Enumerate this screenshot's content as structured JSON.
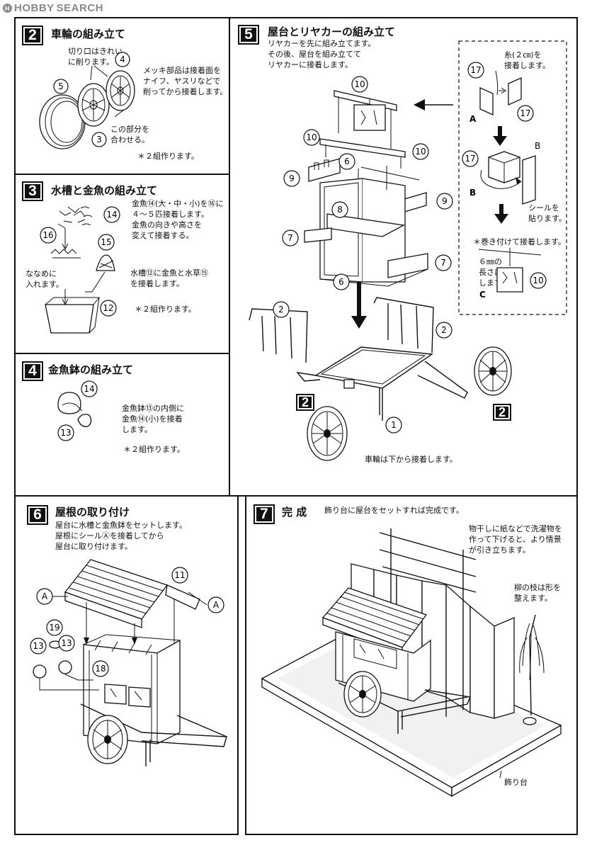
{
  "watermark": {
    "brand": "HOBBY",
    "suffix": "SEARCH"
  },
  "sections": {
    "s2": {
      "badge": "2",
      "title": "車輪の組み立て",
      "note_cut": "切り口はきれい\nに削ります。",
      "note_plating": "メッキ部品は接着面を\nナイフ、ヤスリなどで\n削ってから接着します。",
      "note_align": "この部分を\n合わせる。",
      "note_count": "＊２組作ります。",
      "parts": [
        "5",
        "4",
        "3"
      ]
    },
    "s3": {
      "badge": "3",
      "title": "水槽と金魚の組み立て",
      "note_fish": "金魚⑭(大・中・小)を⑯に\n４～５匹接着します。\n金魚の向きや高さを\n変えて接着する。",
      "note_diag": "ななめに\n入れます。",
      "note_tank": "水槽⑫に金魚と水草⑮\nを接着します。",
      "note_count": "＊２組作ります。",
      "parts": [
        "14",
        "16",
        "15",
        "12"
      ]
    },
    "s4": {
      "badge": "4",
      "title": "金魚鉢の組み立て",
      "note_bowl": "金魚鉢⑬の内側に\n金魚⑭(小)を接着\nします。",
      "note_count": "＊２組作ります。",
      "parts": [
        "14",
        "13"
      ]
    },
    "s5": {
      "badge": "5",
      "title": "屋台とリヤカーの組み立て",
      "intro": "リヤカーを先に組み立てます。\nその後、屋台を組み立てて\nリヤカーに接着します。",
      "note_thread": "糸(２㎝)を\n接着します。",
      "note_seal": "シールを\n貼ります。",
      "note_wrap": "＊巻き付けて接着します。",
      "note_length": "６㎜の\n長さに\nします。",
      "note_wheel": "車輪は下から接着します。",
      "labels": [
        "A",
        "B",
        "B",
        "C"
      ],
      "ref_badges": [
        "2",
        "2"
      ],
      "parts": [
        "10",
        "10",
        "10",
        "10",
        "9",
        "9",
        "6",
        "8",
        "7",
        "7",
        "6",
        "2",
        "2",
        "1",
        "17",
        "17",
        "17"
      ]
    },
    "s6": {
      "badge": "6",
      "title": "屋根の取り付け",
      "intro": "屋台に水槽と金魚鉢をセットします。\n屋根にシールⒶを接着してから\n屋台に取り付けます。",
      "parts": [
        "11",
        "A",
        "A",
        "19",
        "13",
        "13",
        "18"
      ]
    },
    "s7": {
      "badge": "7",
      "title": "完 成",
      "intro": "飾り台に屋台をセットすれば完成です。",
      "note_laundry": "物干しに紙などで洗濯物を\n作って下げると、より情景\nが引き立ちます。",
      "note_willow": "柳の枝は形を\n整えます。",
      "note_base": "飾り台"
    }
  }
}
